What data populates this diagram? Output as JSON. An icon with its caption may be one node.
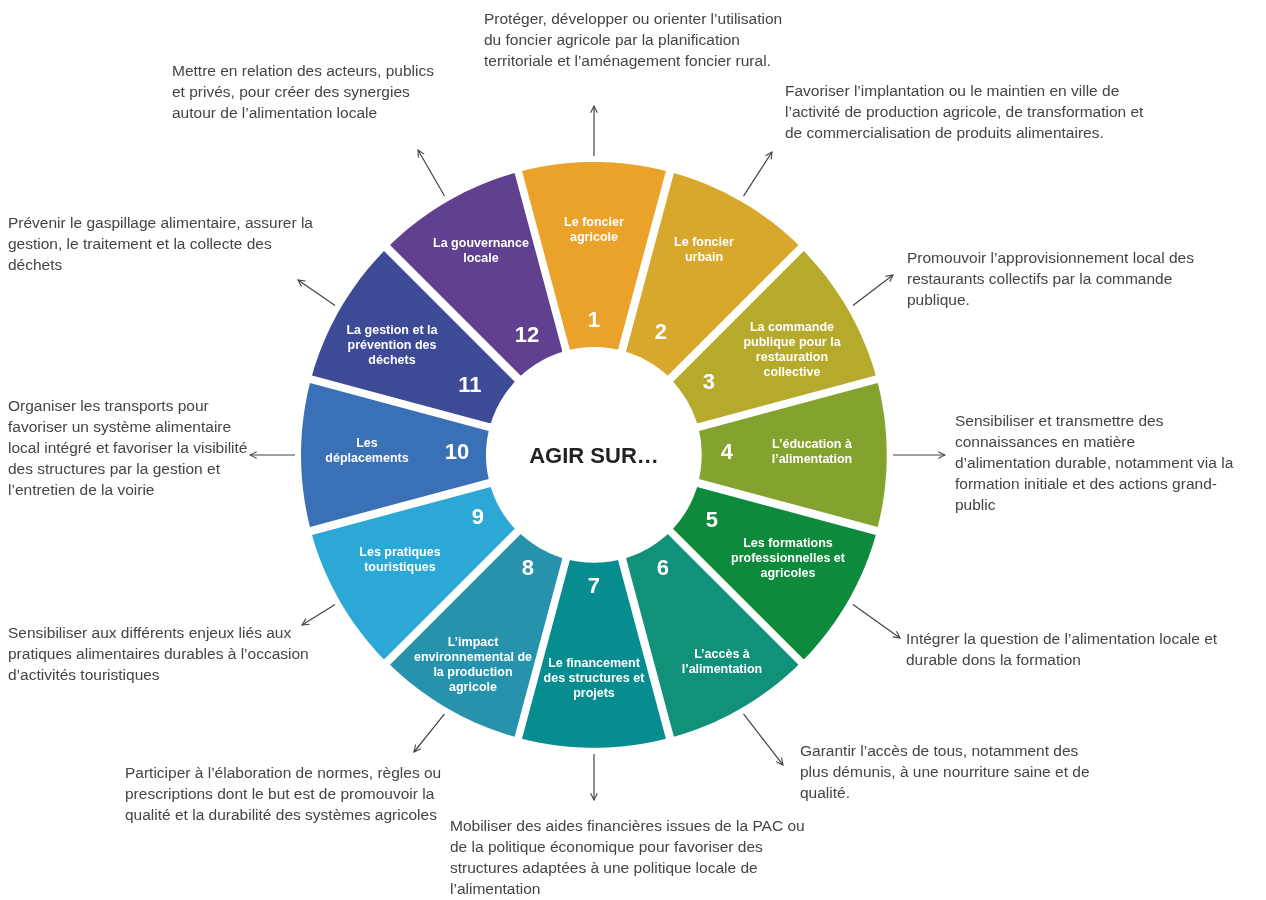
{
  "diagram": {
    "nodes": [
      {
        "text": [
          "Le foncier agricole",
          "1"
        ]
      },
      {
        "text": [
          "Le foncier urbain",
          "2"
        ]
      },
      {
        "text": [
          "La commande publique pour la restauration collective",
          "3"
        ]
      },
      {
        "text": [
          "4",
          "L’éducation à l’alimentation"
        ]
      },
      {
        "text": [
          "5",
          "Les formations professionnelles et agricoles"
        ]
      },
      {
        "text": [
          "6",
          "L’accès à l’alimentation"
        ]
      },
      {
        "text": [
          "7",
          "Le financement des structures et projets"
        ]
      },
      {
        "text": [
          "8",
          "L’impact environnemental de la production agricole"
        ]
      },
      {
        "text": [
          "9",
          "Les pratiques touristiques"
        ]
      },
      {
        "text": [
          "Les déplacements",
          "10"
        ]
      },
      {
        "text": [
          "La gestion et la prévention des déchets",
          "11"
        ]
      },
      {
        "text": [
          "La gouvernance locale",
          "12"
        ]
      },
      {
        "text": [
          "Protéger, développer ou orienter l’utilisation du foncier agricole par la planification territoriale et l’aménagement foncier rural."
        ]
      },
      {
        "text": [
          "Favoriser l’implantation ou le maintien en ville de l’activité de production agricole, de transformation et de commercialisation de produits alimentaires."
        ]
      },
      {
        "text": [
          "Promouvoir l’approvisionnement local des restaurants collectifs par la commande publique."
        ]
      },
      {
        "text": [
          "Sensibiliser et transmettre des connaissances en matière d’alimentation durable, notamment via la formation initiale et des actions grand-public"
        ]
      },
      {
        "text": [
          "Intégrer la question de l’alimentation locale et durable dons la formation"
        ]
      },
      {
        "text": [
          "Garantir l’accès de tous, notamment des plus démunis, à une nourriture saine et de qualité."
        ]
      },
      {
        "text": [
          "Mobiliser des aides financières issues de la PAC ou de la politique économique pour favoriser des structures adaptées à une politique locale de l’alimentation"
        ]
      },
      {
        "text": [
          "Participer à l’élaboration de normes, règles ou prescriptions dont le but est de promouvoir la qualité et la durabilité des systèmes agricoles"
        ]
      },
      {
        "text": [
          "Sensibiliser aux différents enjeux liés aux pratiques alimentaires durables à l’occasion d’activités touristiques"
        ]
      },
      {
        "text": [
          "Organiser les transports pour favoriser un système alimentaire local intégré et favoriser la visibilité des structures par la gestion et l’entretien de la voirie"
        ]
      },
      {
        "text": [
          "Prévenir le gaspillage alimentaire, assurer la gestion, le traitement et la collecte des déchets"
        ]
      },
      {
        "text": [
          "Mettre en relation des acteurs, publics et privés, pour créer des synergies autour de l’alimentation locale"
        ]
      }
    ],
    "edges": [
      {
        "from": 0,
        "to": 12,
        "arrow": "to"
      },
      {
        "from": 1,
        "to": 13,
        "arrow": "to"
      },
      {
        "from": 2,
        "to": 14,
        "arrow": "to"
      },
      {
        "from": 3,
        "to": 15,
        "arrow": "to"
      },
      {
        "from": 4,
        "to": 16,
        "arrow": "to"
      },
      {
        "from": 5,
        "to": 17,
        "arrow": "to"
      },
      {
        "from": 6,
        "to": 18,
        "arrow": "to"
      },
      {
        "from": 7,
        "to": 19,
        "arrow": "to"
      },
      {
        "from": 8,
        "to": 20,
        "arrow": "to"
      },
      {
        "from": 9,
        "to": 21,
        "arrow": "to"
      },
      {
        "from": 10,
        "to": 22,
        "arrow": "to"
      },
      {
        "from": 11,
        "to": 23,
        "arrow": "to"
      }
    ],
    "labels": [
      "AGIR SUR…"
    ]
  }
}
